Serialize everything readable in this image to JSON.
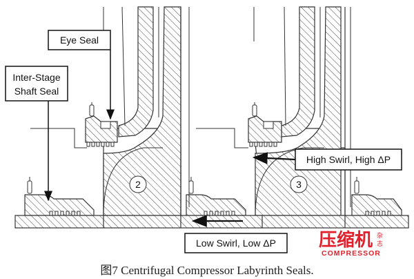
{
  "labels": {
    "eye_seal": "Eye Seal",
    "inter_stage_line1": "Inter-Stage",
    "inter_stage_line2": "Shaft Seal",
    "high_swirl": "High Swirl, High ΔP",
    "low_swirl": "Low Swirl, Low ΔP"
  },
  "stages": {
    "stage_a": "2",
    "stage_b": "3"
  },
  "caption": "图7  Centrifugal Compressor Labyrinth Seals.",
  "watermark": {
    "chinese": "压缩机",
    "small_top": "杂",
    "small_bottom": "志",
    "english": "COMPRESSOR",
    "color": "#e2202c"
  },
  "colors": {
    "line": "#333333",
    "hatch": "#555555",
    "arrow": "#111111"
  }
}
